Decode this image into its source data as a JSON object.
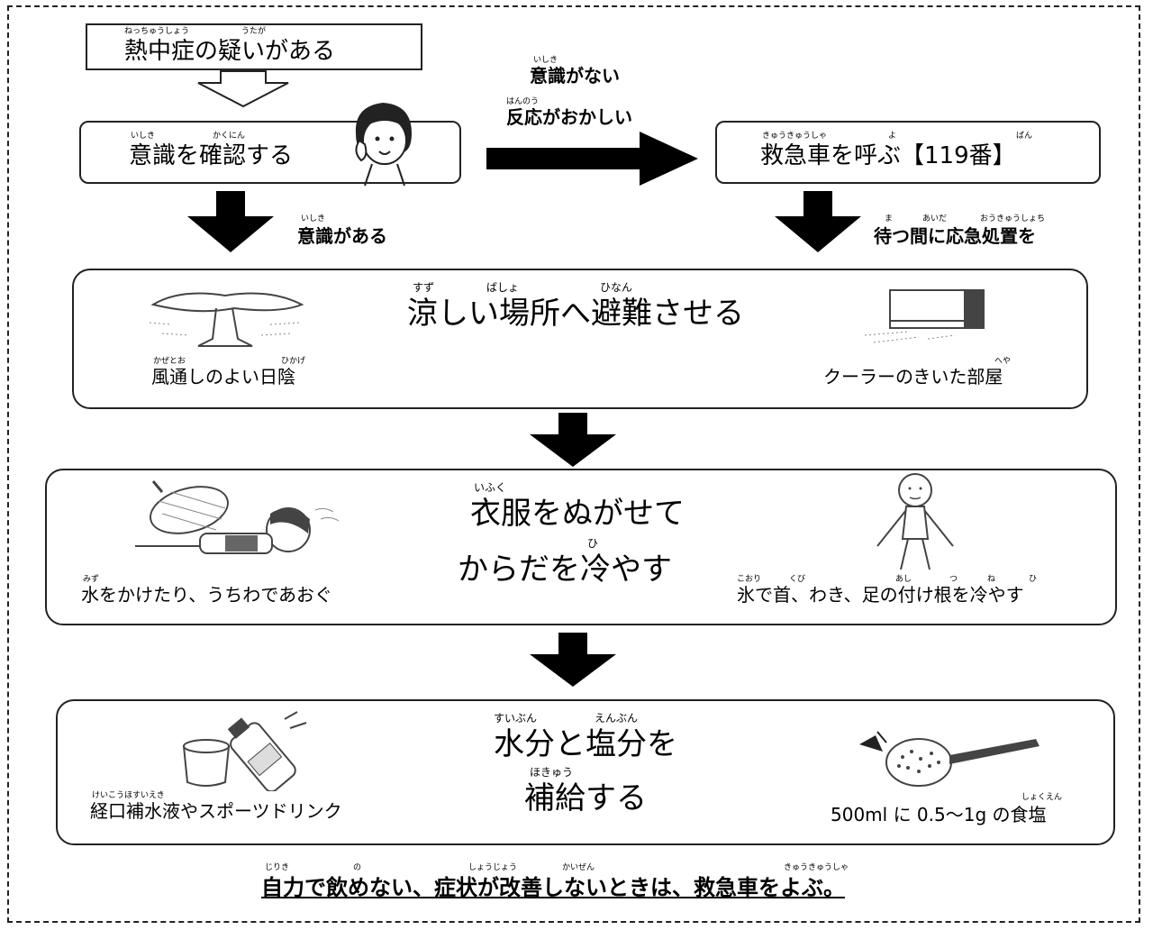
{
  "colors": {
    "ink": "#000000",
    "border": "#222222",
    "illustration": "#444444"
  },
  "start": {
    "text": "熱中症の疑いがある",
    "ruby1": "ねっちゅうしょう",
    "ruby2": "うたが"
  },
  "confirm": {
    "text": "意識を確認する",
    "ruby1": "いしき",
    "ruby2": "かくにん"
  },
  "no_response": {
    "line1": "意識がない",
    "line1_ruby": "いしき",
    "line2": "反応がおかしい",
    "line2_ruby": "はんのう"
  },
  "ambulance": {
    "text": "救急車を呼ぶ【119番】",
    "ruby1": "きゅうきゅうしゃ",
    "ruby2": "よ",
    "ruby3": "ばん"
  },
  "conscious": {
    "text": "意識がある",
    "ruby": "いしき"
  },
  "first_aid_wait": {
    "text": "待つ間に応急処置を",
    "ruby1": "ま",
    "ruby2": "あいだ",
    "ruby3": "おうきゅうしょち"
  },
  "step1": {
    "title": "涼しい場所へ避難させる",
    "ruby1": "すず",
    "ruby2": "ばしょ",
    "ruby3": "ひなん",
    "left_caption": "風通しのよい日陰",
    "left_ruby1": "かぜとお",
    "left_ruby2": "ひかげ",
    "right_caption": "クーラーのきいた部屋",
    "right_ruby": "へや"
  },
  "step2": {
    "title1": "衣服をぬがせて",
    "title1_ruby": "いふく",
    "title2": "からだを冷やす",
    "title2_ruby": "ひ",
    "left_caption": "水をかけたり、うちわであおぐ",
    "left_ruby": "みず",
    "right_caption": "氷で首、わき、足の付け根を冷やす",
    "right_ruby1": "こおり",
    "right_ruby2": "くび",
    "right_ruby3": "あし",
    "right_ruby4": "つ",
    "right_ruby5": "ね",
    "right_ruby6": "ひ"
  },
  "step3": {
    "title1": "水分と塩分を",
    "title1_ruby1": "すいぶん",
    "title1_ruby2": "えんぶん",
    "title2": "補給する",
    "title2_ruby": "ほきゅう",
    "left_caption": "経口補水液やスポーツドリンク",
    "left_ruby": "けいこうほすいえき",
    "right_caption": "500ml に 0.5～1g の食塩",
    "right_ruby": "しょくえん"
  },
  "footer": {
    "text": "自力で飲めない、症状が改善しないときは、救急車をよぶ。",
    "ruby1": "じりき",
    "ruby2": "の",
    "ruby3": "しょうじょう",
    "ruby4": "かいぜん",
    "ruby5": "きゅうきゅうしゃ"
  }
}
